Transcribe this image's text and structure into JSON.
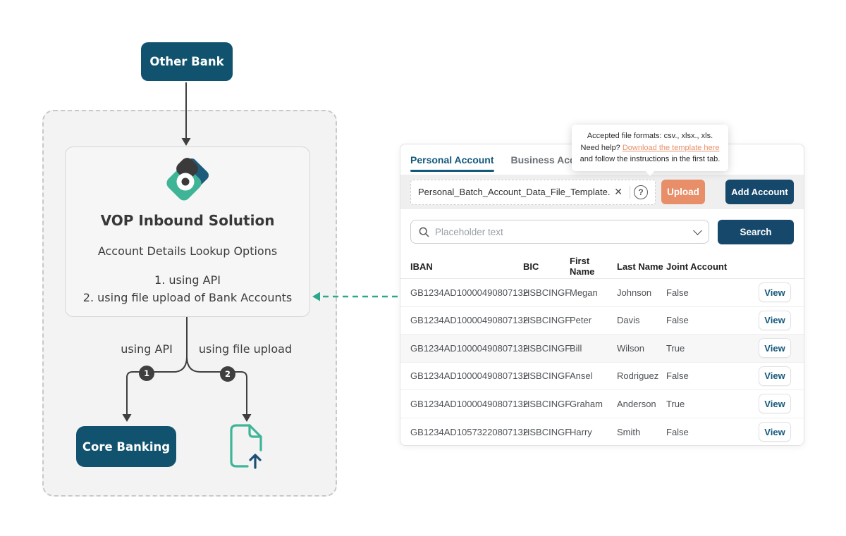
{
  "colors": {
    "primary_dark": "#11536F",
    "navy_button": "#16486B",
    "active_tab": "#13597B",
    "upload_salmon": "#E88E69",
    "link_salmon": "#E8906B",
    "teal_accent": "#35B095",
    "arrow_teal": "#2BA88C",
    "charcoal": "#3F3F3F"
  },
  "icons": {
    "close": "✕",
    "help": "?"
  },
  "diagram": {
    "other_bank": "Other Bank",
    "box_title": "VOP Inbound Solution",
    "box_subtitle": "Account Details Lookup Options",
    "box_option_1": "1. using API",
    "box_option_2": "2. using file upload of Bank Accounts",
    "branch_1_label": "using API",
    "branch_2_label": "using file upload",
    "branch_1_badge": "1",
    "branch_2_badge": "2",
    "core_banking": "Core Banking"
  },
  "panel": {
    "tabs": [
      {
        "label": "Personal Account",
        "active": true
      },
      {
        "label": "Business Account",
        "active": false
      }
    ],
    "tooltip": {
      "text_before": "Accepted file formats: csv., xlsx., xls. Need help? ",
      "link_text": "Download the template here",
      "text_after": " and follow the instructions in the first tab."
    },
    "upload": {
      "filename": "Personal_Batch_Account_Data_File_Template.csv",
      "upload_button": "Upload",
      "add_account_button": "Add Account"
    },
    "search": {
      "placeholder": "Placeholder text",
      "button": "Search"
    },
    "table": {
      "headers": [
        "IBAN",
        "BIC",
        "First Name",
        "Last Name",
        "Joint Account"
      ],
      "rows": [
        {
          "iban": "GB1234AD10000490807132",
          "bic": "HSBCINGF",
          "first_name": "Megan",
          "last_name": "Johnson",
          "joint_account": "False",
          "action": "View"
        },
        {
          "iban": "GB1234AD10000490807132",
          "bic": "HSBCINGF",
          "first_name": "Peter",
          "last_name": "Davis",
          "joint_account": "False",
          "action": "View"
        },
        {
          "iban": "GB1234AD10000490807132",
          "bic": "HSBCINGF",
          "first_name": "Bill",
          "last_name": "Wilson",
          "joint_account": "True",
          "action": "View"
        },
        {
          "iban": "GB1234AD10000490807132",
          "bic": "HSBCINGF",
          "first_name": "Ansel",
          "last_name": "Rodriguez",
          "joint_account": "False",
          "action": "View"
        },
        {
          "iban": "GB1234AD10000490807132",
          "bic": "HSBCINGF",
          "first_name": "Graham",
          "last_name": "Anderson",
          "joint_account": "True",
          "action": "View"
        },
        {
          "iban": "GB1234AD10573220807132",
          "bic": "HSBCINGF",
          "first_name": "Harry",
          "last_name": "Smith",
          "joint_account": "False",
          "action": "View"
        }
      ]
    }
  }
}
